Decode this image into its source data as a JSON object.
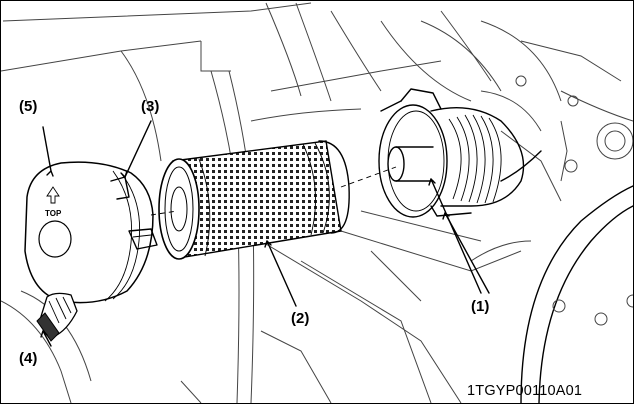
{
  "diagram": {
    "callouts": [
      {
        "id": "c1",
        "text": "(1)"
      },
      {
        "id": "c2",
        "text": "(2)"
      },
      {
        "id": "c3",
        "text": "(3)"
      },
      {
        "id": "c4",
        "text": "(4)"
      },
      {
        "id": "c5",
        "text": "(5)"
      }
    ],
    "cover_label": "TOP",
    "figure_code": "1TGYP00110A01"
  }
}
